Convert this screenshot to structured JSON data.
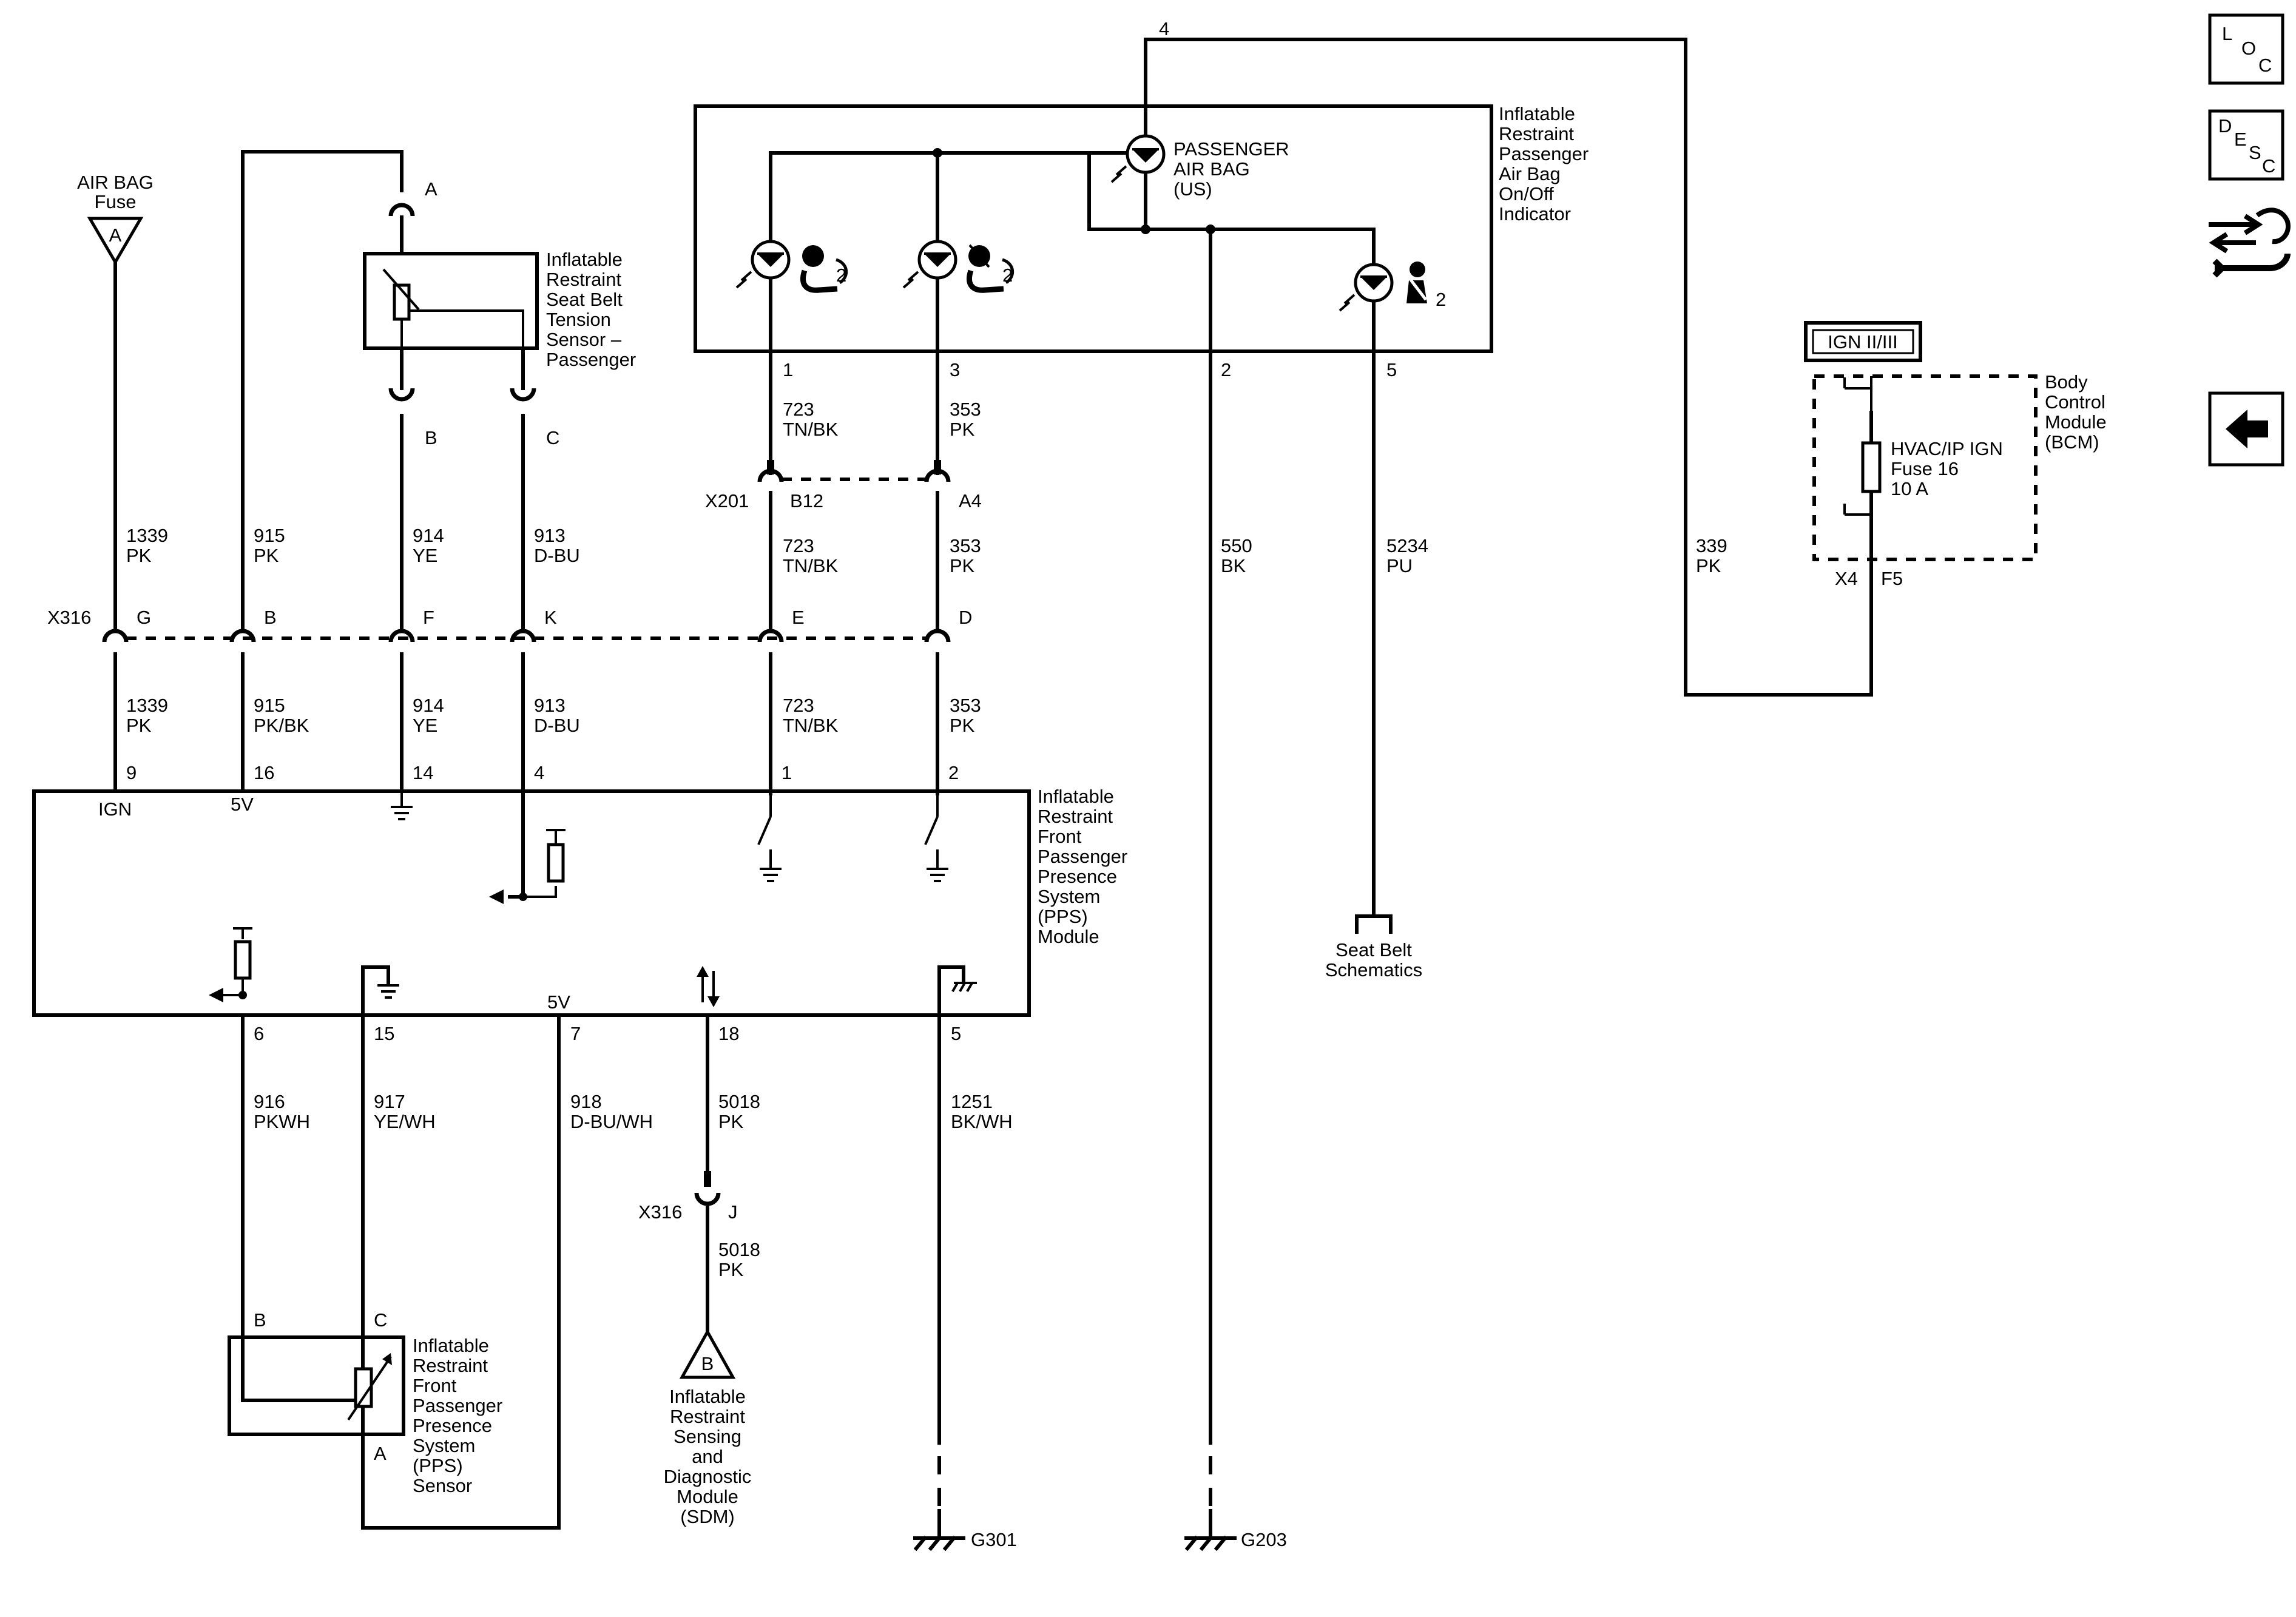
{
  "modules": {
    "air_bag_fuse": {
      "title": [
        "AIR BAG",
        "Fuse"
      ],
      "letter": "A"
    },
    "seat_belt_tension": {
      "title": [
        "Inflatable",
        "Restraint",
        "Seat Belt",
        "Tension",
        "Sensor –",
        "Passenger"
      ]
    },
    "passenger_indicator": {
      "title": [
        "Inflatable",
        "Restraint",
        "Passenger",
        "Air Bag",
        "On/Off",
        "Indicator"
      ],
      "lamp_label": [
        "PASSENGER",
        "AIR BAG",
        "(US)"
      ],
      "lamp_suffix": "2",
      "pins": [
        "4",
        "1",
        "3",
        "2",
        "5"
      ]
    },
    "pps_module": {
      "title": [
        "Inflatable",
        "Restraint",
        "Front",
        "Passenger",
        "Presence",
        "System",
        "(PPS)",
        "Module"
      ],
      "ign_label": "IGN",
      "v5_top": "5V",
      "v5_bottom": "5V",
      "top_pins": [
        "9",
        "16",
        "14",
        "4",
        "1",
        "2"
      ],
      "bottom_pins": [
        "6",
        "15",
        "7",
        "18",
        "5"
      ]
    },
    "pps_sensor": {
      "title": [
        "Inflatable",
        "Restraint",
        "Front",
        "Passenger",
        "Presence",
        "System",
        "(PPS)",
        "Sensor"
      ],
      "pins": [
        "B",
        "C",
        "A"
      ]
    },
    "sdm": {
      "title": [
        "Inflatable",
        "Restraint",
        "Sensing",
        "and",
        "Diagnostic",
        "Module",
        "(SDM)"
      ],
      "letter": "B"
    },
    "bcm": {
      "title": [
        "Body",
        "Control",
        "Module",
        "(BCM)"
      ],
      "fuse": [
        "HVAC/IP IGN",
        "Fuse 16",
        "10 A"
      ],
      "ign_badge": "IGN II/III",
      "connector": "X4",
      "pin": "F5"
    },
    "seat_belt_schematics": {
      "title": [
        "Seat Belt",
        "Schematics"
      ]
    }
  },
  "connectors": {
    "x316_name": "X316",
    "x316_pins": [
      "G",
      "B",
      "F",
      "K",
      "E",
      "D"
    ],
    "x201_name": "X201",
    "x201_pins": [
      "B12",
      "A4"
    ],
    "sensor_pins": [
      "A",
      "B",
      "C"
    ],
    "x316_lower_name": "X316",
    "x316_lower_pin": "J"
  },
  "wires": {
    "fuse_upper": [
      "1339",
      "PK"
    ],
    "fuse_lower": [
      "1339",
      "PK"
    ],
    "v5_upper": [
      "915",
      "PK"
    ],
    "v5_lower": [
      "915",
      "PK/BK"
    ],
    "gnd_upper": [
      "914",
      "YE"
    ],
    "gnd_lower": [
      "914",
      "YE"
    ],
    "sig_upper": [
      "913",
      "D-BU"
    ],
    "sig_lower": [
      "913",
      "D-BU"
    ],
    "lamp1_top": [
      "723",
      "TN/BK"
    ],
    "lamp1_mid": [
      "723",
      "TN/BK"
    ],
    "lamp1_low": [
      "723",
      "TN/BK"
    ],
    "lamp3_top": [
      "353",
      "PK"
    ],
    "lamp3_mid": [
      "353",
      "PK"
    ],
    "lamp3_low": [
      "353",
      "PK"
    ],
    "gnd_550": [
      "550",
      "BK"
    ],
    "pu_5234": [
      "5234",
      "PU"
    ],
    "pk_339": [
      "339",
      "PK"
    ],
    "w916": [
      "916",
      "PKWH"
    ],
    "w917": [
      "917",
      "YE/WH"
    ],
    "w918": [
      "918",
      "D-BU/WH"
    ],
    "w5018_upper": [
      "5018",
      "PK"
    ],
    "w5018_lower": [
      "5018",
      "PK"
    ],
    "w1251": [
      "1251",
      "BK/WH"
    ]
  },
  "grounds": {
    "g301": "G301",
    "g203": "G203"
  },
  "nav": {
    "loc": {
      "l": "L",
      "o": "O",
      "c": "C"
    },
    "desc": {
      "d": "D",
      "e": "E",
      "s": "S",
      "c": "C"
    }
  }
}
